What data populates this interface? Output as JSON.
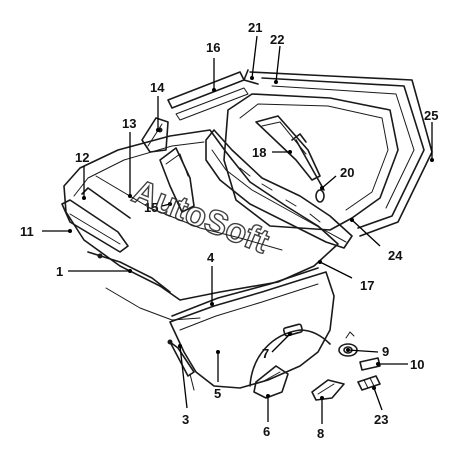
{
  "watermark": "AutoSoft",
  "callouts": [
    {
      "id": "1",
      "label": "1"
    },
    {
      "id": "3",
      "label": "3"
    },
    {
      "id": "4",
      "label": "4"
    },
    {
      "id": "5",
      "label": "5"
    },
    {
      "id": "6",
      "label": "6"
    },
    {
      "id": "7",
      "label": "7"
    },
    {
      "id": "8",
      "label": "8"
    },
    {
      "id": "9",
      "label": "9"
    },
    {
      "id": "10",
      "label": "10"
    },
    {
      "id": "11",
      "label": "11"
    },
    {
      "id": "12",
      "label": "12"
    },
    {
      "id": "13",
      "label": "13"
    },
    {
      "id": "14",
      "label": "14"
    },
    {
      "id": "15",
      "label": "15"
    },
    {
      "id": "16",
      "label": "16"
    },
    {
      "id": "17",
      "label": "17"
    },
    {
      "id": "18",
      "label": "18"
    },
    {
      "id": "20",
      "label": "20"
    },
    {
      "id": "21",
      "label": "21"
    },
    {
      "id": "22",
      "label": "22"
    },
    {
      "id": "23",
      "label": "23"
    },
    {
      "id": "24",
      "label": "24"
    },
    {
      "id": "25",
      "label": "25"
    }
  ]
}
